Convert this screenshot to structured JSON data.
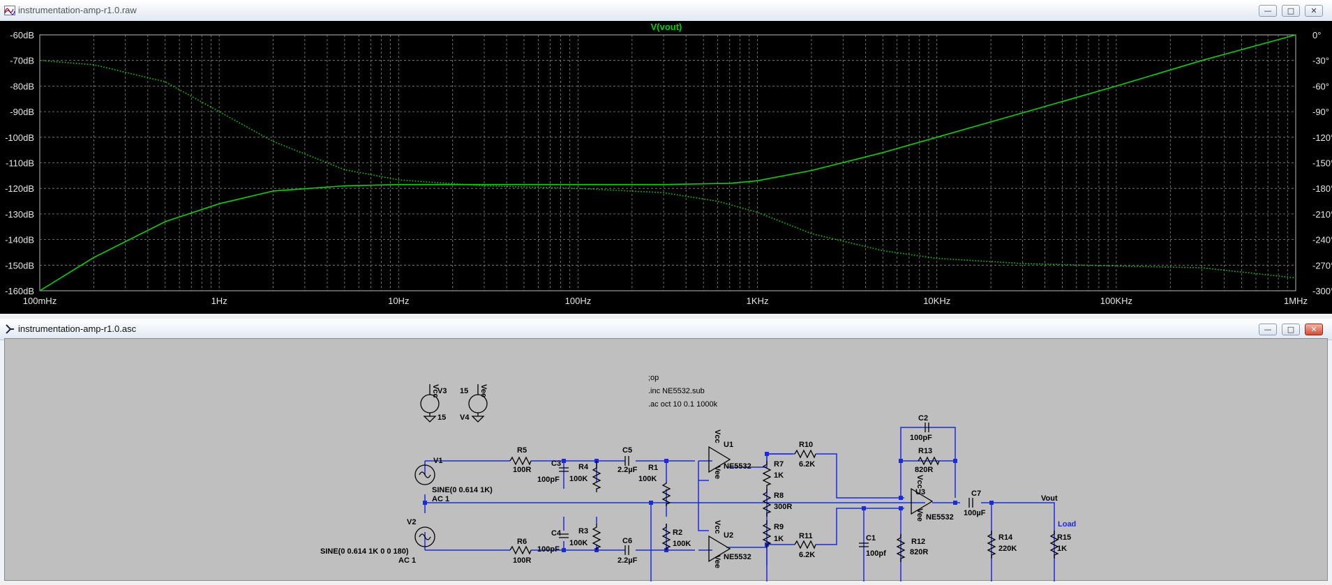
{
  "raw_window": {
    "title": "instrumentation-amp-r1.0.raw",
    "buttons": {
      "minimize": "—",
      "maximize": "□",
      "close": "✕"
    }
  },
  "asc_window": {
    "title": "instrumentation-amp-r1.0.asc",
    "buttons": {
      "minimize": "—",
      "maximize": "□",
      "close": "✕"
    }
  },
  "colors": {
    "trace": "#00d600",
    "plot_bg": "#000000",
    "wire": "#1c2bd9",
    "schematic_bg": "#bfbfbf"
  },
  "chart_data": {
    "type": "line",
    "title": "V(vout)",
    "x_scale": "log",
    "xlim": [
      0.1,
      1000000
    ],
    "x_ticks": [
      "100mHz",
      "1Hz",
      "10Hz",
      "100Hz",
      "1KHz",
      "10KHz",
      "100KHz",
      "1MHz"
    ],
    "y_left_ticks": [
      "-60dB",
      "-70dB",
      "-80dB",
      "-90dB",
      "-100dB",
      "-110dB",
      "-120dB",
      "-130dB",
      "-140dB",
      "-150dB",
      "-160dB"
    ],
    "y_right_ticks": [
      "0°",
      "-30°",
      "-60°",
      "-90°",
      "-120°",
      "-150°",
      "-180°",
      "-210°",
      "-240°",
      "-270°",
      "-300°"
    ],
    "ylim_left": [
      -160,
      -60
    ],
    "ylim_right": [
      -300,
      0
    ],
    "grid": true,
    "series": [
      {
        "axis": "left",
        "style": "solid",
        "x": [
          0.1,
          0.2,
          0.5,
          1,
          2,
          5,
          10,
          30,
          100,
          300,
          700,
          1000,
          2000,
          5000,
          10000,
          30000,
          100000,
          300000,
          1000000
        ],
        "values": [
          -160,
          -147,
          -133,
          -126,
          -121,
          -119,
          -118.5,
          -118.5,
          -118.5,
          -118.5,
          -118,
          -117,
          -113,
          -106,
          -100,
          -90.5,
          -80,
          -70,
          -60
        ]
      },
      {
        "axis": "right",
        "style": "dotted",
        "x": [
          0.1,
          0.2,
          0.5,
          1,
          2,
          5,
          10,
          30,
          100,
          300,
          600,
          1000,
          2000,
          5000,
          10000,
          30000,
          100000,
          300000,
          1000000
        ],
        "values": [
          -30,
          -35,
          -55,
          -90,
          -125,
          -158,
          -170,
          -177,
          -180,
          -185,
          -195,
          -208,
          -233,
          -253,
          -262,
          -268,
          -271,
          -273,
          -285
        ]
      }
    ]
  },
  "schematic": {
    "directives": [
      ";op",
      ".inc NE5532.sub",
      ".ac oct 10 0.1 1000k"
    ],
    "labels": {
      "v3_net": "Vcc",
      "v3_name": "V3",
      "v3_value": "15",
      "v4_net": "Vee",
      "v4_name": "V4",
      "v4_value": "15",
      "v1_name": "V1",
      "v1_sine": "SINE(0 0.614 1K)",
      "v1_ac": "AC 1",
      "v2_name": "V2",
      "v2_sine": "SINE(0 0.614 1K 0 0 180)",
      "v2_ac": "AC 1",
      "r5": "R5",
      "r5_val": "100R",
      "r6": "R6",
      "r6_val": "100R",
      "c3": "C3",
      "c3_val": "100pF",
      "c4": "C4",
      "c4_val": "100pF",
      "r4": "R4",
      "r4_val": "100K",
      "r3": "R3",
      "r3_val": "100K",
      "c5": "C5",
      "c5_val": "2.2µF",
      "c6": "C6",
      "c6_val": "2.2µF",
      "r1": "R1",
      "r1_val": "100K",
      "r2": "R2",
      "r2_val": "100K",
      "u1": "U1",
      "u1_model": "NE5532",
      "u2": "U2",
      "u2_model": "NE5532",
      "u3": "U3",
      "u3_model": "NE5532",
      "vcc": "Vcc",
      "vee": "Vee",
      "r7": "R7",
      "r7_val": "1K",
      "r8": "R8",
      "r8_val": "300R",
      "r9": "R9",
      "r9_val": "1K",
      "r10": "R10",
      "r10_val": "6.2K",
      "r11": "R11",
      "r11_val": "6.2K",
      "c1": "C1",
      "c1_val": "100pf",
      "c2": "C2",
      "c2_val": "100pF",
      "r13": "R13",
      "r13_val": "820R",
      "r12": "R12",
      "r12_val": "820R",
      "c7": "C7",
      "c7_val": "100µF",
      "r14": "R14",
      "r14_val": "220K",
      "r15": "R15",
      "r15_val": "1K",
      "vout": "Vout",
      "load": "Load"
    }
  }
}
